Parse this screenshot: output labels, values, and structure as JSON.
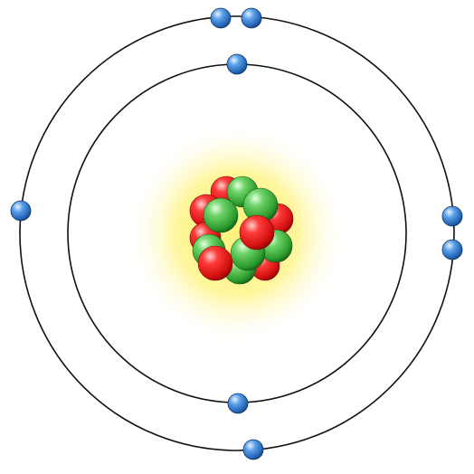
{
  "diagram": {
    "type": "bohr-atom-model",
    "colors": {
      "background": "#ffffff",
      "orbit": "#111111",
      "glow": "#fff27a",
      "proton": "#e11b1b",
      "neutron": "#2fa52f",
      "electron": "#2a6fc4"
    },
    "nucleus": {
      "protons": 6,
      "neutrons": 6
    },
    "shells": [
      {
        "name": "inner-shell",
        "electrons": 2
      },
      {
        "name": "outer-shell",
        "electrons": 6
      }
    ]
  }
}
